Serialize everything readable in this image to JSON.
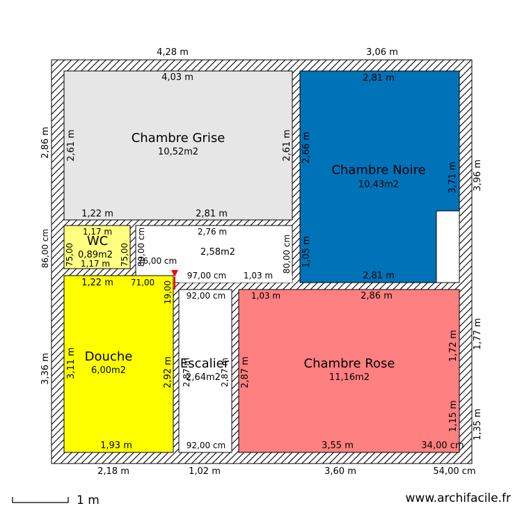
{
  "rooms": {
    "chambre_grise": {
      "name": "Chambre Grise",
      "area": "10,52m2",
      "color": "#e6e6e6"
    },
    "chambre_noire": {
      "name": "Chambre Noire",
      "area": "10,43m2",
      "color": "#0072b8"
    },
    "chambre_rose": {
      "name": "Chambre Rose",
      "area": "11,16m2",
      "color": "#ff8080"
    },
    "douche": {
      "name": "Douche",
      "area": "6,00m2",
      "color": "#ffff00"
    },
    "wc": {
      "name": "WC",
      "area": "0,89m2",
      "color": "#ffff80"
    },
    "escalier": {
      "name": "Escalier",
      "area": "2,64m2",
      "color": "#ffffff"
    },
    "couloir": {
      "area": "2,58m2",
      "color": "#ffffff"
    }
  },
  "dimensions": {
    "top_left": "4,28 m",
    "top_right": "3,06 m",
    "grise_top": "4,03 m",
    "noire_top": "2,81 m",
    "left_upper": "2,86 m",
    "left_middle": "86,00 cm",
    "left_lower": "3,36 m",
    "grise_left": "2,61 m",
    "grise_right": "2,61 m",
    "noire_left": "2,66 m",
    "noire_right": "3,71 m",
    "right_upper": "3,96 m",
    "right_middle": "1,77 m",
    "right_lower": "1,35 m",
    "grise_bottom_left": "1,22 m",
    "grise_bottom_right": "2,81 m",
    "wc_top": "1,17 m",
    "wc_bottom": "1,17 m",
    "wc_left": "75,00",
    "wc_right": "75,00",
    "couloir_top": "2,76 m",
    "couloir_left": "80,00 cm",
    "couloir_right": "80,00 cm",
    "small_71": "71,00",
    "small_76": "76,00 cm",
    "small_97": "97,00 cm",
    "small_103_mid": "1,03 m",
    "small_19": "19,00",
    "noire_lower_left": "1,05 m",
    "noire_bottom": "2,81 m",
    "douche_top": "1,22 m",
    "douche_left": "3,11 m",
    "douche_right": "2,92 m",
    "douche_bottom": "1,93 m",
    "escalier_top": "92,00 cm",
    "escalier_bottom": "92,00 cm",
    "escalier_left": "2,87 m",
    "escalier_right": "2,87 m",
    "rose_top_left": "1,03 m",
    "rose_top_right": "2,86 m",
    "rose_left": "2,87 m",
    "rose_right_upper": "1,72 m",
    "rose_right_lower": "1,15 m",
    "rose_bottom": "3,55 m",
    "rose_bottom_right": "34,00 cm",
    "bottom_1": "2,18 m",
    "bottom_2": "1,02 m",
    "bottom_3": "3,60 m",
    "bottom_4": "54,00 cm"
  },
  "scale_label": "1 m",
  "site": "www.archifacile.fr",
  "colors": {
    "wall_hatch": "#000000",
    "marker": "#ff0000"
  }
}
